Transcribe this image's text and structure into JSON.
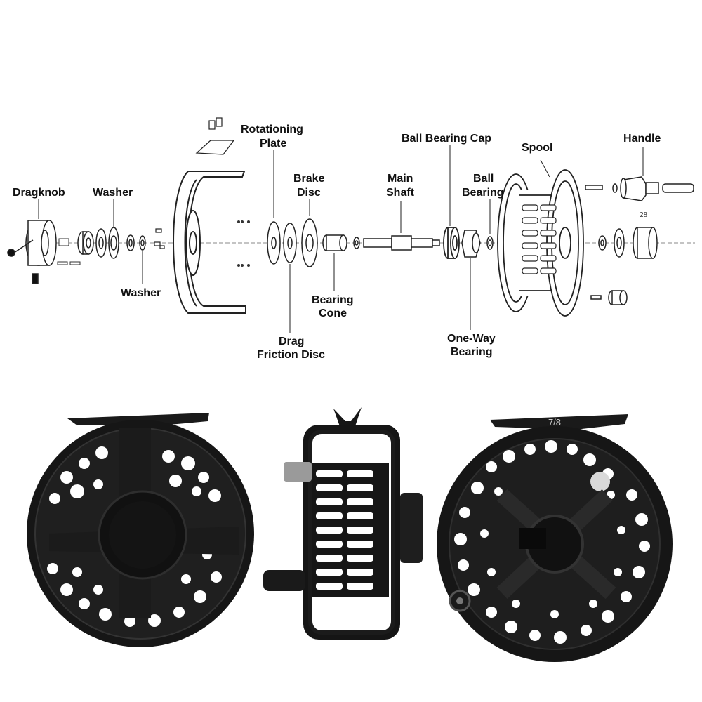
{
  "labels": {
    "dragknob": "Dragknob",
    "washer_top": "Washer",
    "washer_bottom": "Washer",
    "rotationing_plate_1": "Rotationing",
    "rotationing_plate_2": "Plate",
    "brake_disc_1": "Brake",
    "brake_disc_2": "Disc",
    "drag_friction_1": "Drag",
    "drag_friction_2": "Friction Disc",
    "bearing_cone_1": "Bearing",
    "bearing_cone_2": "Cone",
    "main_shaft_1": "Main",
    "main_shaft_2": "Shaft",
    "ball_bearing_cap": "Ball Bearing Cap",
    "ball_bearing_1": "Ball",
    "ball_bearing_2": "Bearing",
    "one_way_1": "One-Way",
    "one_way_2": "Bearing",
    "spool": "Spool",
    "handle": "Handle",
    "part_number": "28"
  },
  "reel_marking": "7/8",
  "colors": {
    "ink": "#111111",
    "reel": "#161616",
    "background": "#ffffff"
  }
}
